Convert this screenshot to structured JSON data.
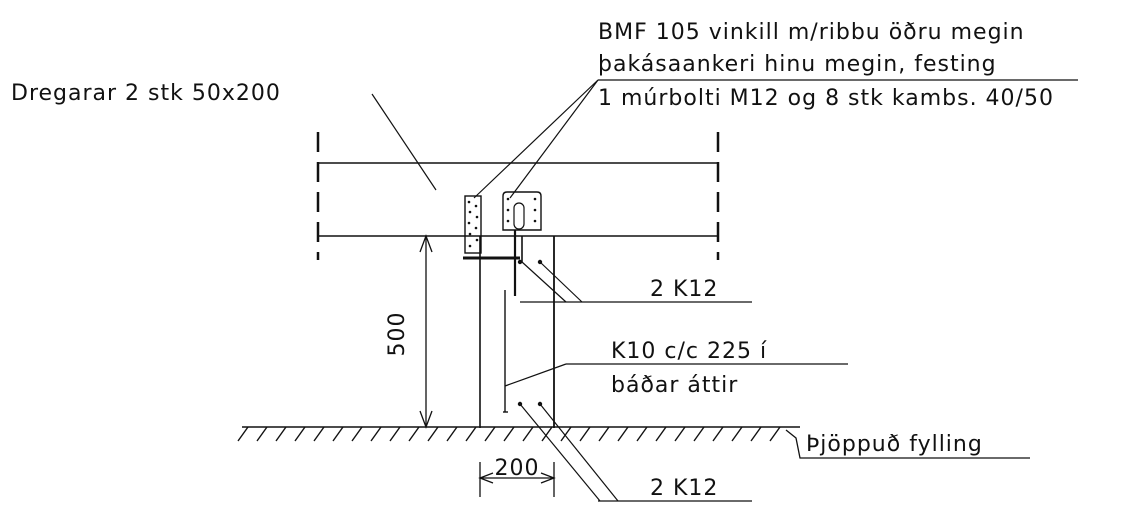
{
  "labels": {
    "beams": "Dregarar 2 stk 50x200",
    "bracket_line1": "BMF 105 vinkill m/ribbu öðru megin",
    "bracket_line2": "þakásaankeri hinu megin, festing",
    "bracket_line3": "1 múrbolti M12 og 8 stk kambs. 40/50",
    "rebar_top": "2 K12",
    "stirrups_line1": "K10 c/c 225 í",
    "stirrups_line2": "báðar áttir",
    "fill": "Þjöppuð fylling",
    "rebar_bottom": "2 K12"
  },
  "dimensions": {
    "height": "500",
    "width": "200"
  },
  "colors": {
    "ink": "#111111",
    "paper": "#ffffff"
  }
}
